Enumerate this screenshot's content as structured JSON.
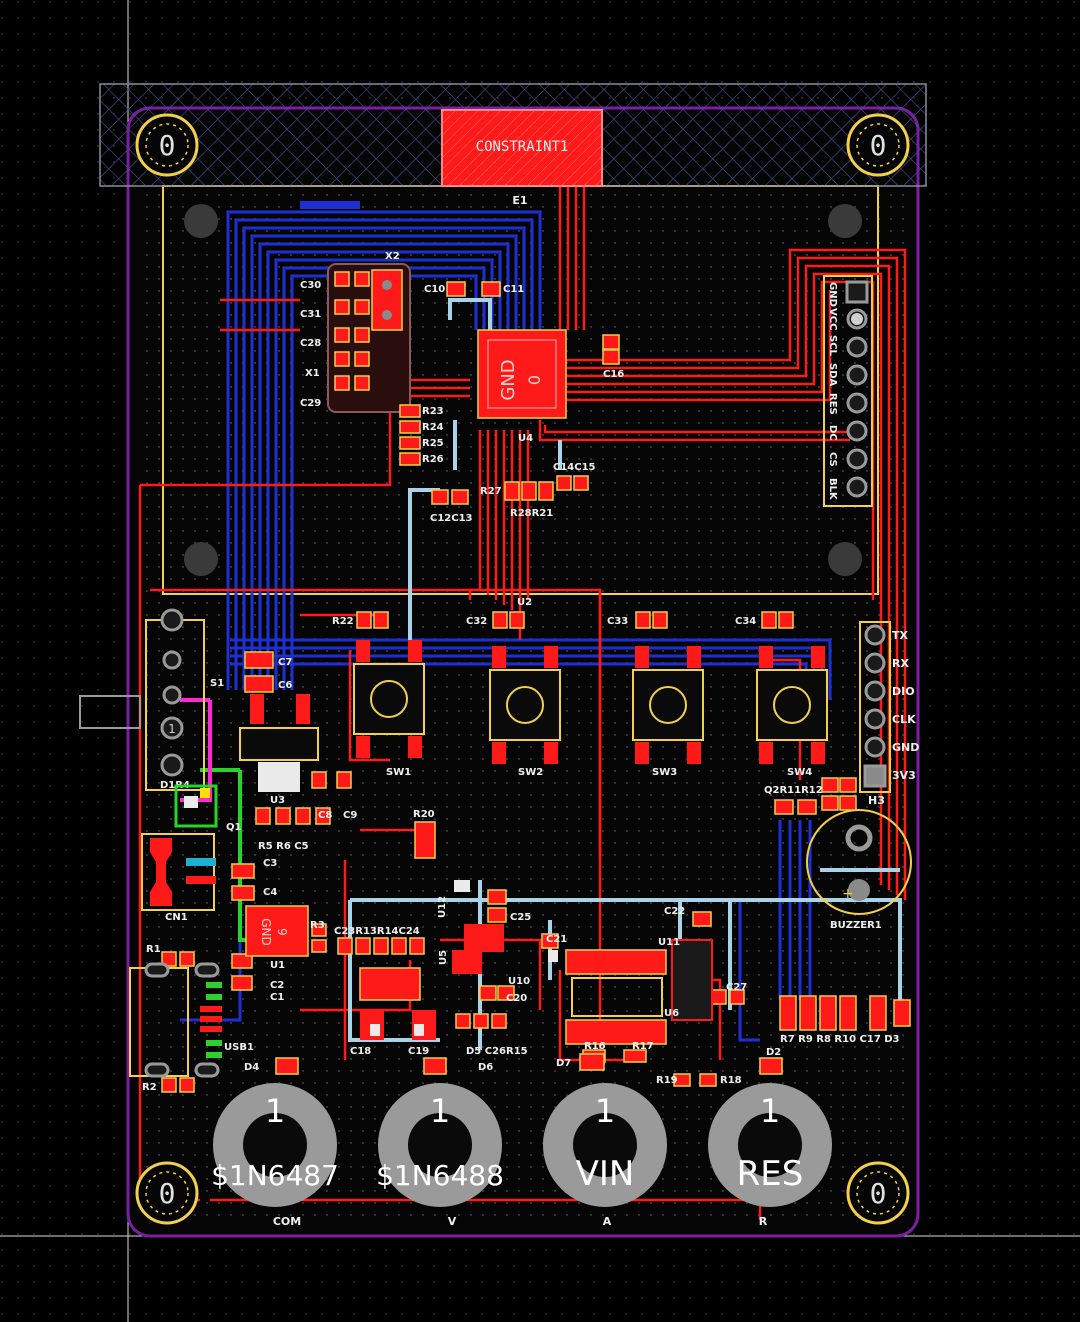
{
  "colors": {
    "background": "#000000",
    "board_outline": "#7a1fa2",
    "top_copper": "#ff1a1a",
    "bottom_copper": "#1e2fd6",
    "silkscreen": "#f2d04a",
    "top_overlay_text": "#f0f0f0",
    "pad_gray": "#9a9a9a",
    "keepout_hatch": "#4b4f9a",
    "crosshair": "#ffffff"
  },
  "constraint": {
    "label": "CONSTRAINT1"
  },
  "ic_labels": {
    "u4_net": "GND",
    "u4_pin": "0",
    "u1_net": "GND",
    "u1_pin": "9"
  },
  "mount_holes": [
    "0",
    "0",
    "0",
    "0"
  ],
  "header_top": {
    "pins": [
      "GND",
      "VCC",
      "SCL",
      "SDA",
      "RES",
      "DC",
      "CS",
      "BLK"
    ]
  },
  "header_right": {
    "designator": "H3",
    "pins": [
      "TX",
      "RX",
      "DIO",
      "CLK",
      "GND",
      "3V3"
    ]
  },
  "terminals": [
    {
      "pin": "1",
      "net": "$1N6487",
      "label": "COM"
    },
    {
      "pin": "1",
      "net": "$1N6488",
      "label": "V"
    },
    {
      "pin": "1",
      "net": "VIN",
      "label": "A"
    },
    {
      "pin": "1",
      "net": "RES",
      "label": "R"
    }
  ],
  "switches": [
    "SW1",
    "SW2",
    "SW3",
    "SW4"
  ],
  "switch_s1": {
    "designator": "S1",
    "pin": "1"
  },
  "designators": {
    "e1": "E1",
    "x2": "X2",
    "x1": "X1",
    "c30": "C30",
    "c31": "C31",
    "c28": "C28",
    "c29": "C29",
    "c10": "C10",
    "c11": "C11",
    "c16": "C16",
    "u4": "U4",
    "r23": "R23",
    "r24": "R24",
    "r25": "R25",
    "r26": "R26",
    "c12c13": "C12C13",
    "r27": "R27",
    "r28r21": "R28R21",
    "c14c15": "C14C15",
    "r22": "R22",
    "u2": "U2",
    "c32": "C32",
    "c33": "C33",
    "c34": "C34",
    "c7": "C7",
    "c6": "C6",
    "d1r4": "D1R4",
    "q1": "Q1",
    "u3": "U3",
    "c8": "C8",
    "c9": "C9",
    "r5r6c5": "R5  R6  C5",
    "r20": "R20",
    "c3": "C3",
    "c4": "C4",
    "cn1": "CN1",
    "r3": "R3",
    "u1": "U1",
    "c2": "C2",
    "c1": "C1",
    "r1": "R1",
    "r2": "R2",
    "usb1": "USB1",
    "d4": "D4",
    "u12": "U12",
    "c25": "C25",
    "c23row": "C23R13R14C24",
    "u5": "U5",
    "c21": "C21",
    "u10": "U10",
    "c20": "C20",
    "c18": "C18",
    "c19": "C19",
    "d5row": "D5 C26R15",
    "d6": "D6",
    "d7": "D7",
    "r16": "R16",
    "r17": "R17",
    "c22": "C22",
    "u11": "U11",
    "c27": "C27",
    "u6": "U6",
    "r19": "R19",
    "r18": "R18",
    "d2": "D2",
    "q2row": "Q2R11R12",
    "buzzer": "BUZZER1",
    "bottom_row": "R7  R9  R8  R10  C17  D3"
  }
}
